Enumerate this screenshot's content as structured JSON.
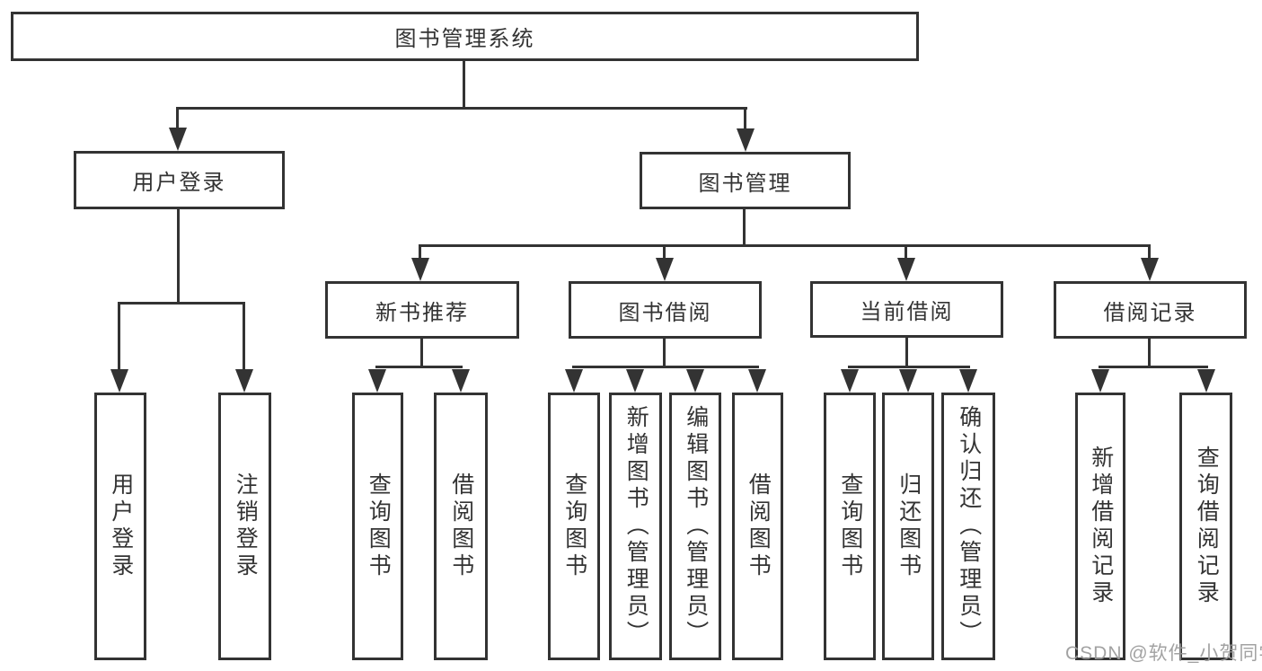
{
  "colors": {
    "line": "#333333",
    "border": "#333333",
    "text": "#333333",
    "watermark": "#9b9b9b",
    "background": "#ffffff"
  },
  "watermark": "CSDN @软件_小贺同学",
  "labels": {
    "root": "图书管理系统",
    "user_login": "用户登录",
    "book_mgmt": "图书管理",
    "new_book_rec": "新书推荐",
    "book_borrow": "图书借阅",
    "current_borrow": "当前借阅",
    "borrow_records": "借阅记录",
    "leaf_user_login": "用户登录",
    "leaf_logout": "注销登录",
    "leaf_nb_query": "查询图书",
    "leaf_nb_borrow": "借阅图书",
    "leaf_bb_query": "查询图书",
    "leaf_bb_add": "新增图书（管理员）",
    "leaf_bb_edit": "编辑图书（管理员）",
    "leaf_bb_borrow": "借阅图书",
    "leaf_cb_query": "查询图书",
    "leaf_cb_return": "归还图书",
    "leaf_cb_confirm": "确认归还（管理员）",
    "leaf_br_add": "新增借阅记录",
    "leaf_br_query": "查询借阅记录"
  },
  "hierarchy": {
    "图书管理系统": {
      "用户登录": [
        "用户登录",
        "注销登录"
      ],
      "图书管理": {
        "新书推荐": [
          "查询图书",
          "借阅图书"
        ],
        "图书借阅": [
          "查询图书",
          "新增图书（管理员）",
          "编辑图书（管理员）",
          "借阅图书"
        ],
        "当前借阅": [
          "查询图书",
          "归还图书",
          "确认归还（管理员）"
        ],
        "借阅记录": [
          "新增借阅记录",
          "查询借阅记录"
        ]
      }
    }
  }
}
